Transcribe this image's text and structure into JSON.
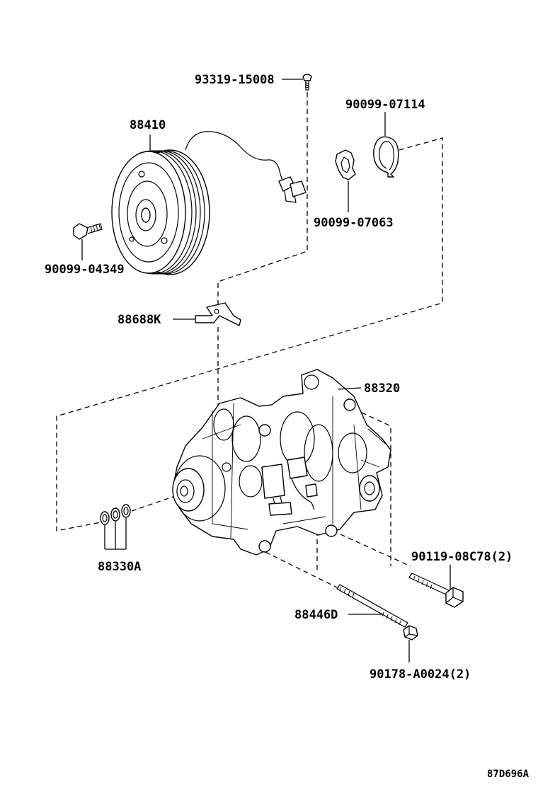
{
  "parts": {
    "p93319": "93319-15008",
    "p88410": "88410",
    "p90099_07114": "90099-07114",
    "p90099_07063": "90099-07063",
    "p90099_04349": "90099-04349",
    "p88688K": "88688K",
    "p88320": "88320",
    "p88330A": "88330A",
    "p90119": "90119-08C78(2)",
    "p88446D": "88446D",
    "p90178": "90178-A0024(2)"
  },
  "figure_code": "87D696A"
}
